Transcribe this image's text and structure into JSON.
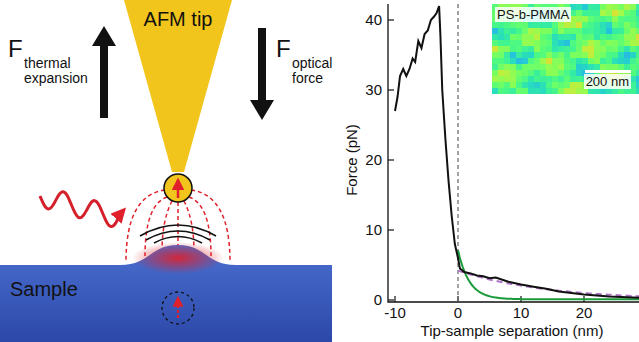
{
  "diagram": {
    "nodes": [
      {
        "text": [
          "AFM tip"
        ]
      },
      {
        "text": [
          "Sample"
        ]
      },
      {
        "text": [
          "PS-b-PMMA",
          "200 nm"
        ]
      }
    ],
    "labels": [
      "F",
      "thermal expansion",
      "F",
      "optical force",
      "40",
      "30",
      "20",
      "10",
      "0",
      "-10",
      "0",
      "10",
      "20",
      "Force (pN)",
      "Tip-sample separation (nm)"
    ]
  }
}
